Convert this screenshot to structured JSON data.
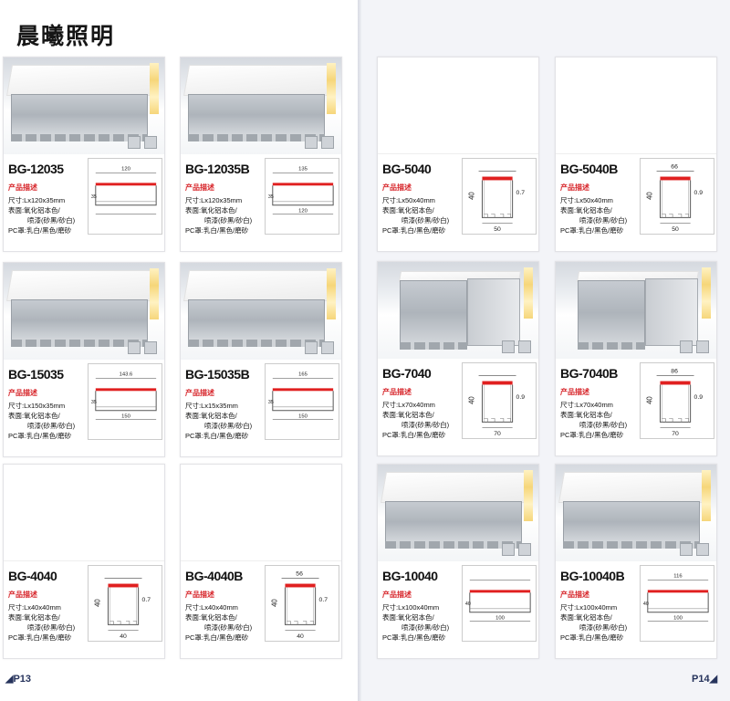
{
  "brand": "晨曦照明",
  "desc_title": "产品描述",
  "surface": "表面:氧化铝本色/",
  "spray": "喷漆(砂黑/砂白)",
  "pc": "PC罩:乳白/黑色/磨砂",
  "pages": {
    "left": "P13",
    "right": "P14"
  },
  "cards": [
    {
      "code": "BG-12035",
      "size": "尺寸:Lx120x35mm",
      "dims": {
        "top": "120",
        "bottom": "",
        "height": "35"
      }
    },
    {
      "code": "BG-12035B",
      "size": "尺寸:Lx120x35mm",
      "dims": {
        "top": "135",
        "bottom": "120",
        "height": "35"
      }
    },
    {
      "code": "BG-15035",
      "size": "尺寸:Lx150x35mm",
      "dims": {
        "top": "143.6",
        "bottom": "150",
        "height": "35"
      }
    },
    {
      "code": "BG-15035B",
      "size": "尺寸:Lx15x35mm",
      "dims": {
        "top": "165",
        "bottom": "150",
        "height": "35"
      }
    },
    {
      "code": "BG-4040",
      "size": "尺寸:Lx40x40mm",
      "dims": {
        "top": "",
        "bottom": "40",
        "height": "40",
        "extra": "0.7"
      }
    },
    {
      "code": "BG-4040B",
      "size": "尺寸:Lx40x40mm",
      "dims": {
        "top": "56",
        "bottom": "40",
        "height": "40",
        "extra": "0.7"
      }
    },
    {
      "code": "BG-5040",
      "size": "尺寸:Lx50x40mm",
      "dims": {
        "top": "",
        "bottom": "50",
        "height": "40",
        "extra": "0.7"
      }
    },
    {
      "code": "BG-5040B",
      "size": "尺寸:Lx50x40mm",
      "dims": {
        "top": "66",
        "bottom": "50",
        "height": "40",
        "extra": "0.9"
      }
    },
    {
      "code": "BG-7040",
      "size": "尺寸:Lx70x40mm",
      "dims": {
        "top": "",
        "bottom": "70",
        "height": "40",
        "extra": "0.9"
      }
    },
    {
      "code": "BG-7040B",
      "size": "尺寸:Lx70x40mm",
      "dims": {
        "top": "86",
        "bottom": "70",
        "height": "40",
        "extra": "0.9"
      }
    },
    {
      "code": "BG-10040",
      "size": "尺寸:Lx100x40mm",
      "dims": {
        "top": "",
        "bottom": "100",
        "height": "40"
      }
    },
    {
      "code": "BG-10040B",
      "size": "尺寸:Lx100x40mm",
      "dims": {
        "top": "116",
        "bottom": "100",
        "height": "40"
      }
    }
  ],
  "colors": {
    "accent_red": "#d7262b",
    "page_number": "#26335c"
  }
}
